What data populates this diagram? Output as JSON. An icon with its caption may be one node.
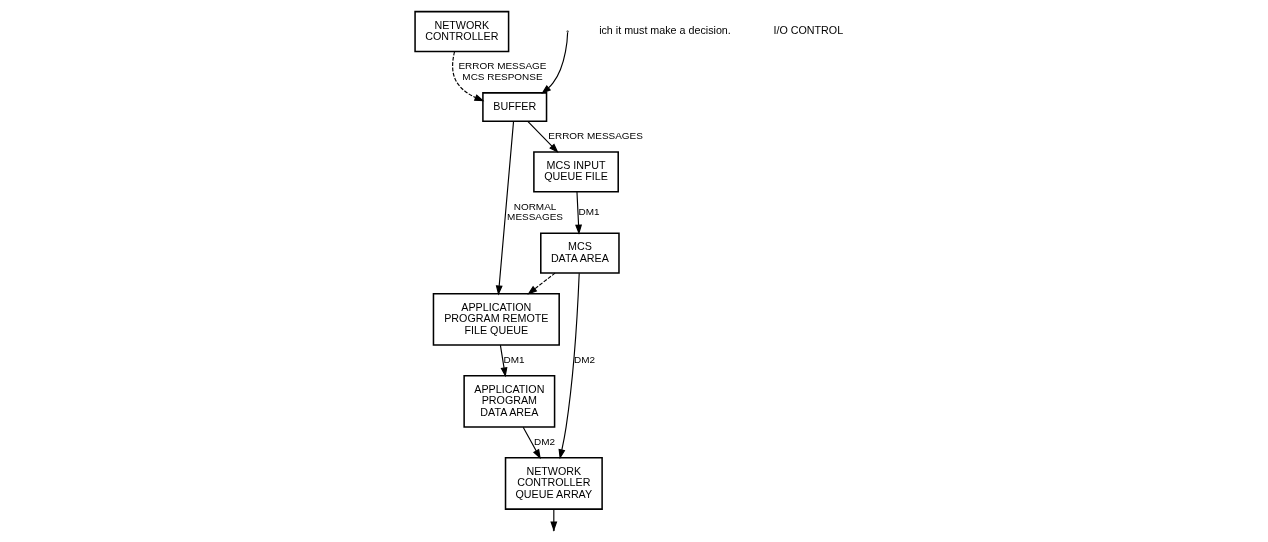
{
  "diagram": {
    "nodes": [
      {
        "text": [
          "APPLICATION PROGRAM",
          "DATA AREA"
        ]
      },
      {
        "text": [
          "APPLICATION PROGRAM REMOTE FILE QUEUE"
        ]
      },
      {
        "text": [
          "BUFFER"
        ]
      },
      {
        "text": [
          "MCS INPUT QUEUE FILE"
        ]
      },
      {
        "text": [
          "MCS",
          "DATA AREA"
        ]
      },
      {
        "text": [
          "NETWORK CONTROLLER"
        ]
      },
      {
        "text": [
          "NETWORK CONTROLLER QUEUE ARRAY"
        ]
      }
    ],
    "edges": [
      {
        "from": null,
        "to": 2,
        "arrow": "to"
      },
      {
        "from": 2,
        "to": 1,
        "arrow": "to",
        "label": "NORMAL MESSAGES"
      },
      {
        "from": 2,
        "to": 3,
        "arrow": "to",
        "label": "ERROR MESSAGES"
      },
      {
        "from": 1,
        "to": 0,
        "arrow": "to",
        "label": "DM1"
      },
      {
        "from": 3,
        "to": 4,
        "arrow": "to",
        "label": "DM1"
      },
      {
        "from": 4,
        "to": 1,
        "arrow": "to",
        "style": "dashed"
      },
      {
        "from": 5,
        "to": 2,
        "arrow": "to",
        "style": "dashed",
        "label": "ERROR MESSAGE MCS RESPONSE"
      },
      {
        "from": 0,
        "to": 6,
        "arrow": "to",
        "label": "DM2"
      },
      {
        "from": 4,
        "to": 6,
        "arrow": "to",
        "label": "DM2"
      },
      {
        "from": 6,
        "to": null,
        "arrow": "to"
      }
    ],
    "labels": [
      "ich it must make a decision.",
      "I/O CONTROL"
    ]
  }
}
